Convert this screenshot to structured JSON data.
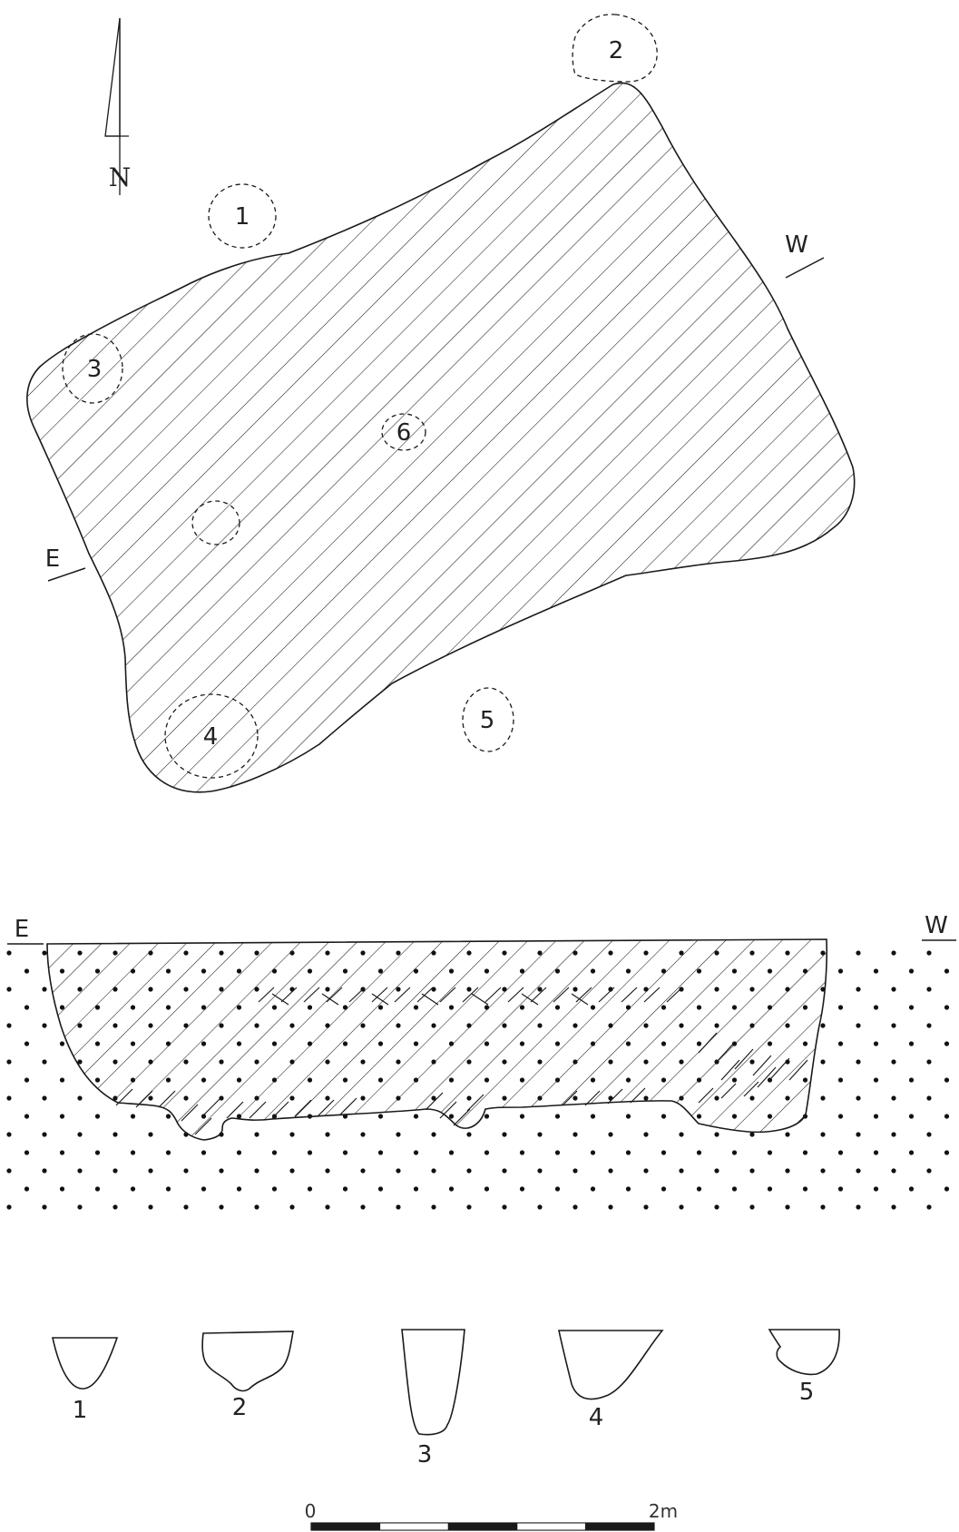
{
  "north_arrow": {
    "label": "N"
  },
  "plan": {
    "section_line_labels": {
      "east": "E",
      "west": "W"
    },
    "features": [
      {
        "id": "1",
        "label": "1"
      },
      {
        "id": "2",
        "label": "2"
      },
      {
        "id": "3",
        "label": "3"
      },
      {
        "id": "4",
        "label": "4"
      },
      {
        "id": "5",
        "label": "5"
      },
      {
        "id": "6",
        "label": "6"
      },
      {
        "id": "unlabeled",
        "label": ""
      }
    ]
  },
  "section": {
    "labels": {
      "east": "E",
      "west": "W"
    }
  },
  "feature_profiles": [
    {
      "label": "1"
    },
    {
      "label": "2"
    },
    {
      "label": "3"
    },
    {
      "label": "4"
    },
    {
      "label": "5"
    }
  ],
  "scale_bar": {
    "start_label": "0",
    "end_label": "2m",
    "segments": 5
  }
}
